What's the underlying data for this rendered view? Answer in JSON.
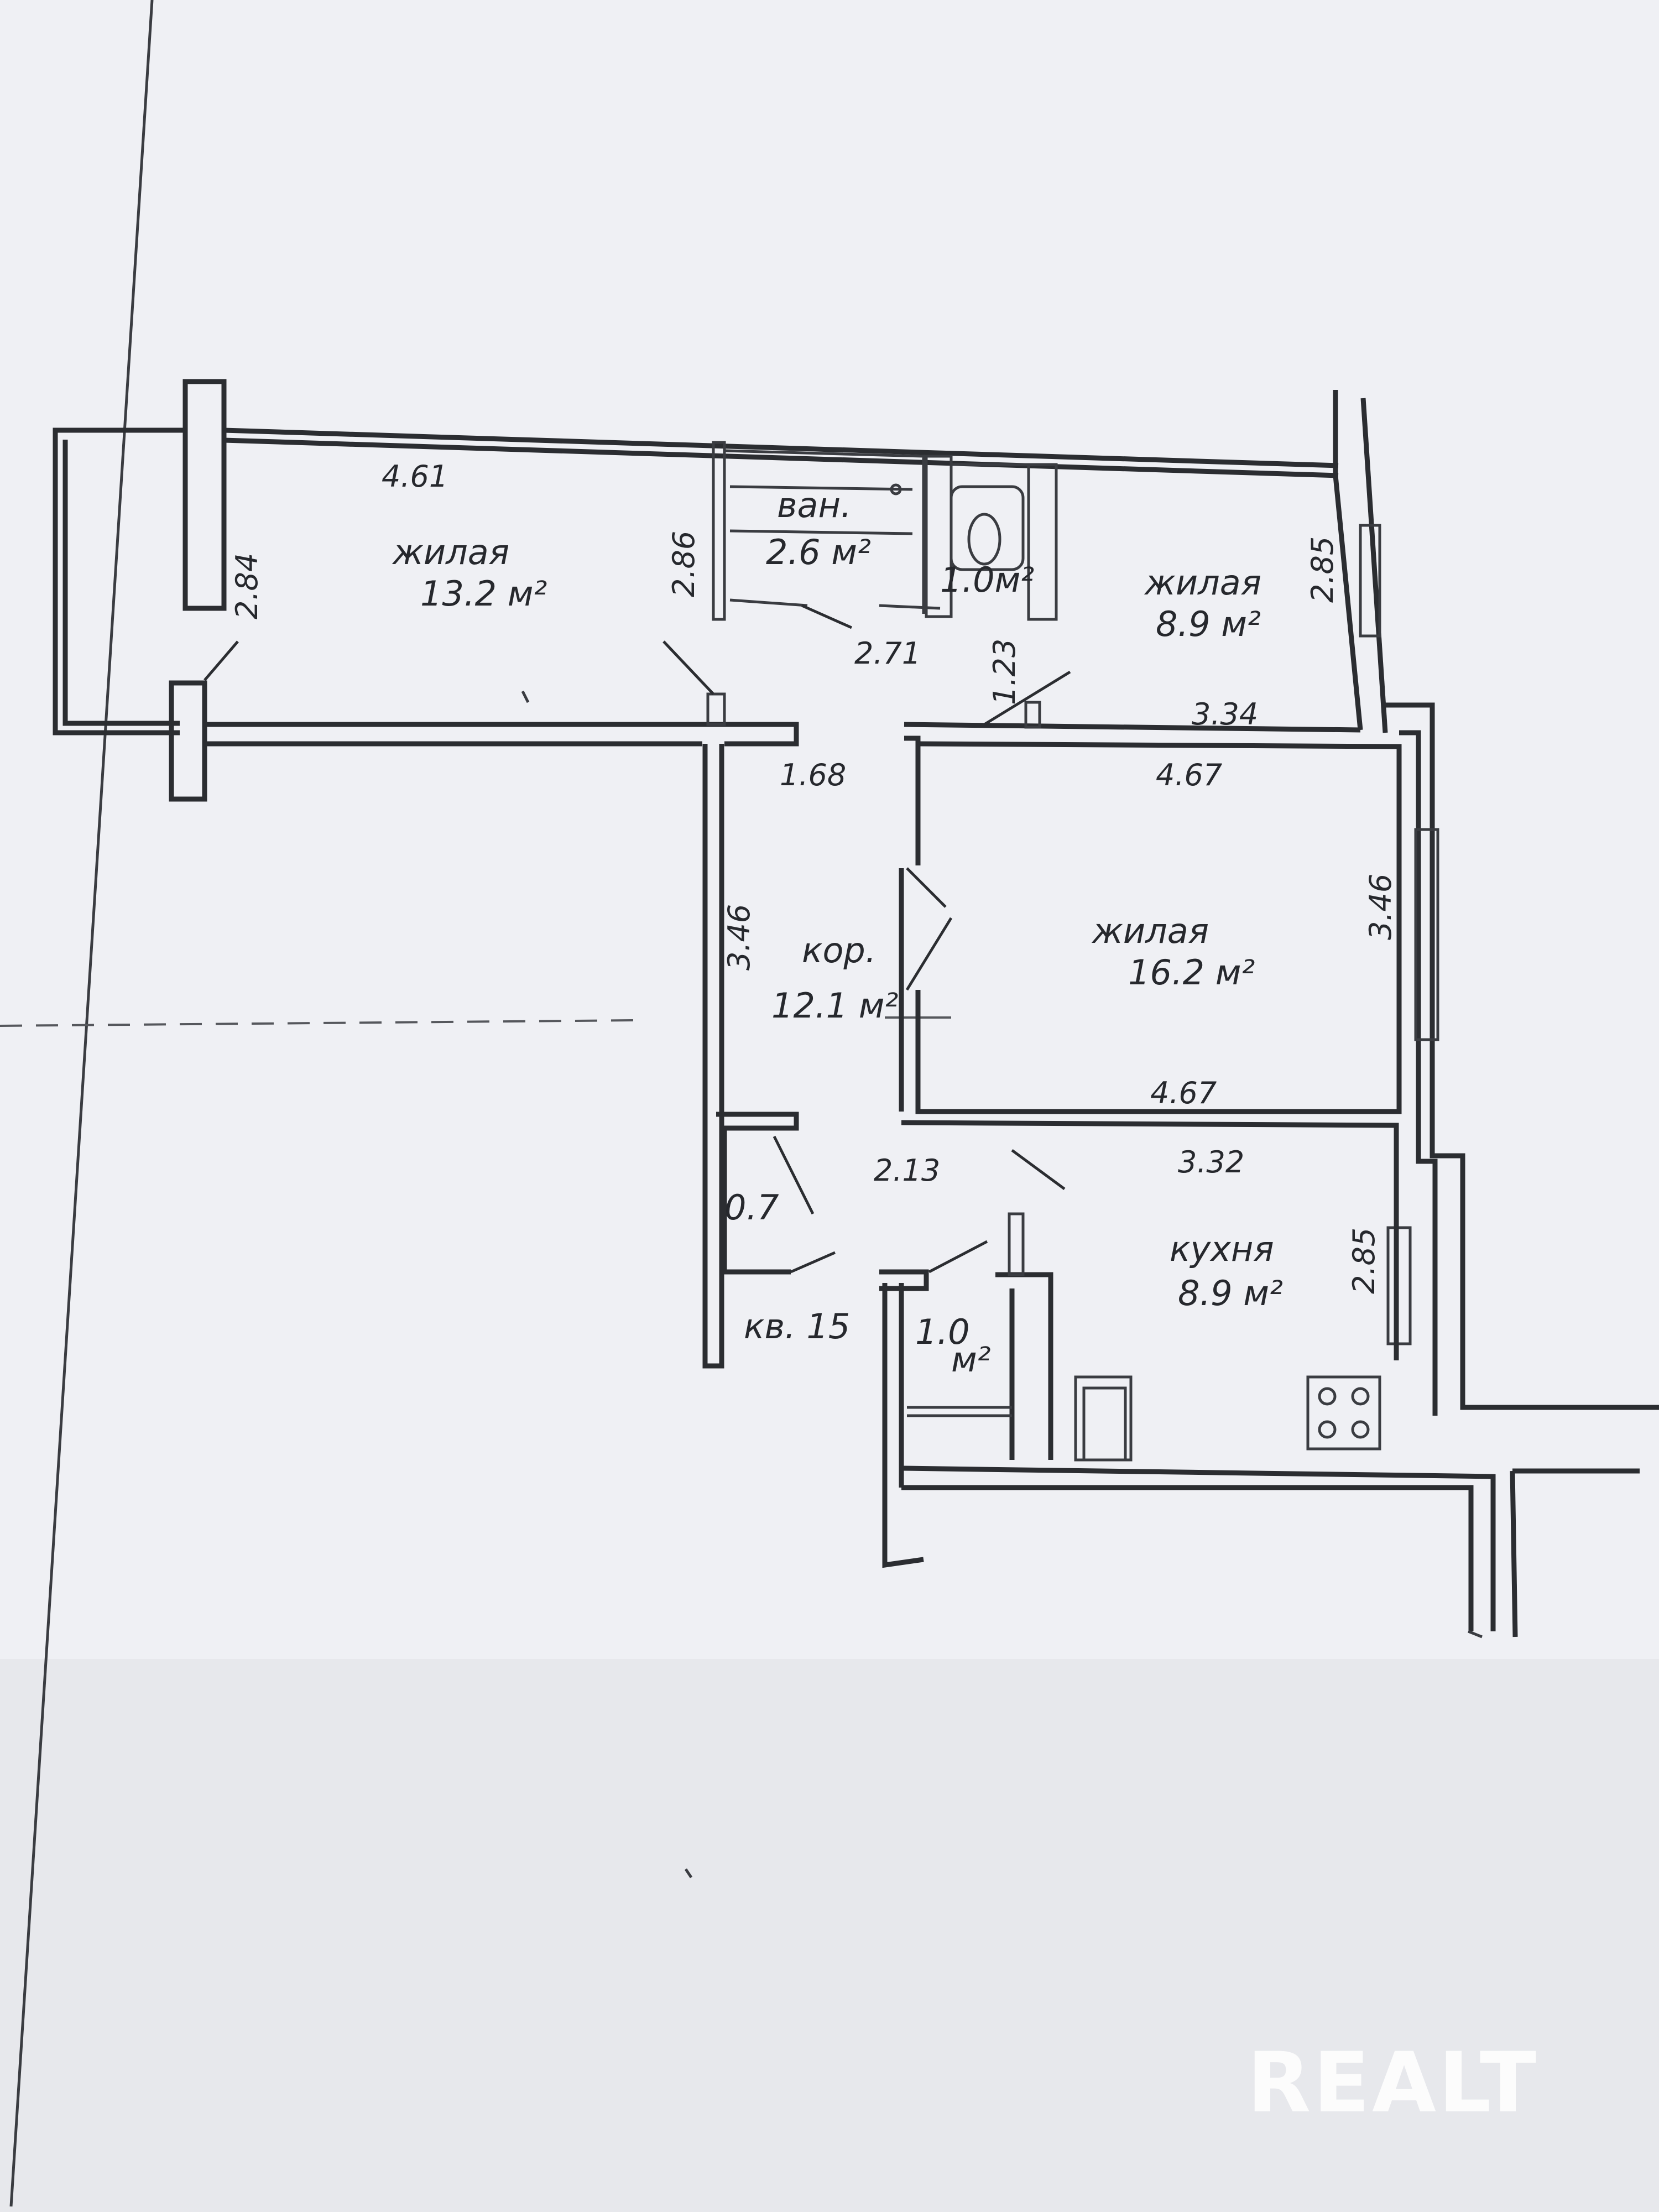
{
  "plan": {
    "rooms": {
      "living_left": {
        "name": "жилая",
        "area": "13.2 м²"
      },
      "bath": {
        "name": "ван.",
        "area": "2.6 м²"
      },
      "wc": {
        "area": "1.0м²"
      },
      "living_top_right": {
        "name": "жилая",
        "area": "8.9 м²"
      },
      "corridor": {
        "name": "кор.",
        "area": "12.1 м²"
      },
      "living_middle": {
        "name": "жилая",
        "area": "16.2 м²"
      },
      "kitchen": {
        "name": "кухня",
        "area": "8.9 м²"
      },
      "closet_small": {
        "area": "0.7"
      },
      "closet_pantry": {
        "area": "1.0",
        "unit": "м²"
      }
    },
    "dimensions": {
      "d461": "4.61",
      "d284": "2.84",
      "d286": "2.86",
      "d271": "2.71",
      "d123": "1.23",
      "d285a": "2.85",
      "d334": "3.34",
      "d168": "1.68",
      "d467a": "4.67",
      "d346a": "3.46",
      "d346b": "3.46",
      "d467b": "4.67",
      "d213": "2.13",
      "d332": "3.32",
      "d285b": "2.85"
    },
    "apartment_label": "кв. 15"
  },
  "watermark": "REALT"
}
